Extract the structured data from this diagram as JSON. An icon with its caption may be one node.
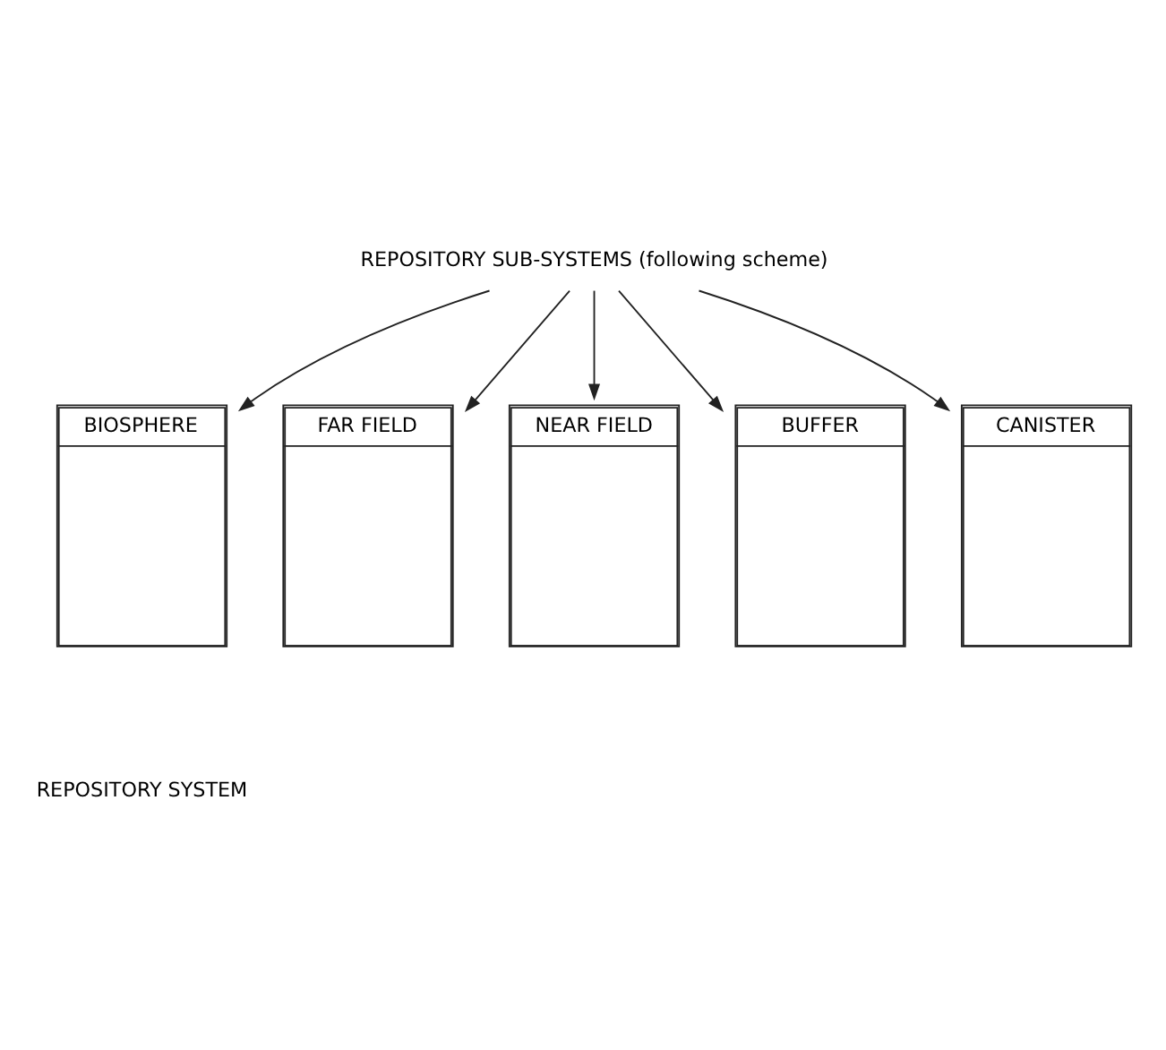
{
  "diagram": {
    "nodes": [
      {
        "text": [
          "BIOSPHERE"
        ]
      },
      {
        "text": [
          "FAR FIELD"
        ]
      },
      {
        "text": [
          "NEAR FIELD"
        ]
      },
      {
        "text": [
          "BUFFER"
        ]
      },
      {
        "text": [
          "CANISTER"
        ]
      },
      {
        "text": [
          "REPOSITORY SUB-SYSTEMS (following scheme)"
        ]
      }
    ],
    "edges": [
      {
        "from": 5,
        "to": 0,
        "arrow": "to"
      },
      {
        "from": 5,
        "to": 1,
        "arrow": "to"
      },
      {
        "from": 5,
        "to": 2,
        "arrow": "to"
      },
      {
        "from": 5,
        "to": 3,
        "arrow": "to"
      },
      {
        "from": 5,
        "to": 4,
        "arrow": "to"
      }
    ],
    "labels": [
      "REPOSITORY SYSTEM"
    ]
  }
}
